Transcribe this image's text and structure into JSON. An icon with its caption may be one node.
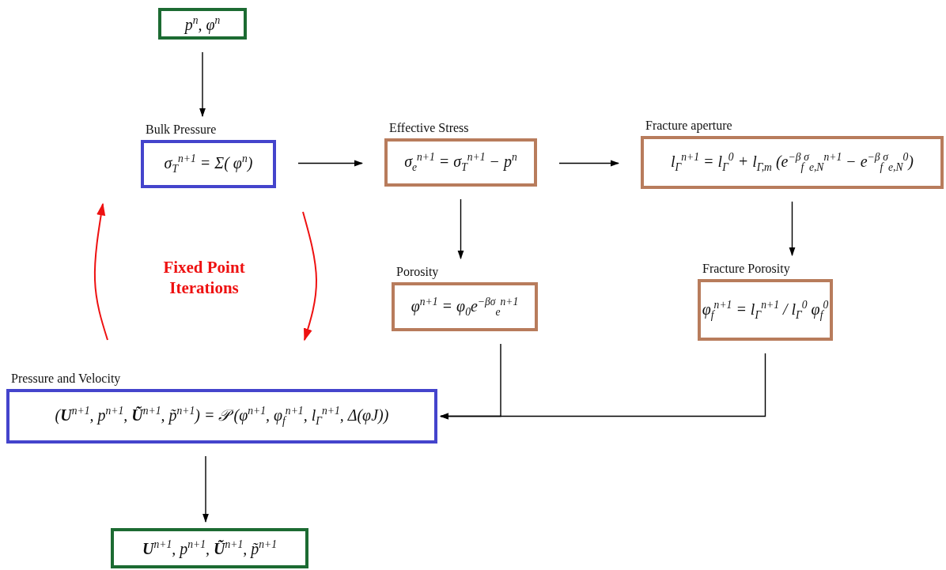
{
  "diagram": {
    "nodes": [
      {
        "text": [
          "p$^{n}$,  φ$^{n}$"
        ]
      },
      {
        "text": [
          "Bulk Pressure",
          "σ$_{T}$$^{n+1}$ = Σ( φ$^{n}$)"
        ]
      },
      {
        "text": [
          "Effective Stress",
          "σ$_{e}$$^{n+1}$ = σ$_{T}$$^{n+1}$ − p$^{n}$"
        ]
      },
      {
        "text": [
          "Fracture aperture",
          "l$_{Γ}$$^{n+1}$ = l$_{Γ}$$^{0}$ + l$_{Γ,m}$ (e$^{−β}$$_{f}$$^{σ}$$_{e,N}$$^{n+1}$ − e$^{−β}$$_{f}$$^{σ}$$_{e,N}$$^{0}$)"
        ]
      },
      {
        "text": [
          "Porosity",
          "φ$^{n+1}$ = φ$_{0}$e$^{−βσ}$$_{e}$$^{n+1}$"
        ]
      },
      {
        "text": [
          "Fracture Porosity",
          "φ$_{f}$$^{n+1}$ = l$_{Γ}$$^{n+1}$ / l$_{Γ}$$^{0}$ φ$_{f}$$^{0}$"
        ]
      },
      {
        "text": [
          "Pressure and Velocity",
          "(**U**$^{n+1}$, p$^{n+1}$, **Ũ**$^{n+1}$, p̃$^{n+1}$) = 𝒫 (φ$^{n+1}$, φ$_{f}$$^{n+1}$, l$_{Γ}$$^{n+1}$, Δ(φJ))"
        ]
      },
      {
        "text": [
          "**U**$^{n+1}$, p$^{n+1}$, **Ũ**$^{n+1}$, p̃$^{n+1}$"
        ]
      }
    ],
    "edges": [
      {
        "from": 0,
        "to": 1,
        "arrow": "to"
      },
      {
        "from": 1,
        "to": 2,
        "arrow": "to"
      },
      {
        "from": 2,
        "to": 3,
        "arrow": "to"
      },
      {
        "from": 2,
        "to": 4,
        "arrow": "to"
      },
      {
        "from": 3,
        "to": 5,
        "arrow": "to"
      },
      {
        "from": 4,
        "to": 6,
        "arrow": "to"
      },
      {
        "from": 5,
        "to": 6,
        "arrow": "to"
      },
      {
        "from": 6,
        "to": 7,
        "arrow": "to"
      },
      {
        "from": 6,
        "to": 1,
        "arrow": "to",
        "color": "#ee1111"
      },
      {
        "from": 1,
        "to": 6,
        "arrow": "to",
        "color": "#ee1111"
      }
    ],
    "labels": [
      "Fixed Point Iterations"
    ]
  }
}
